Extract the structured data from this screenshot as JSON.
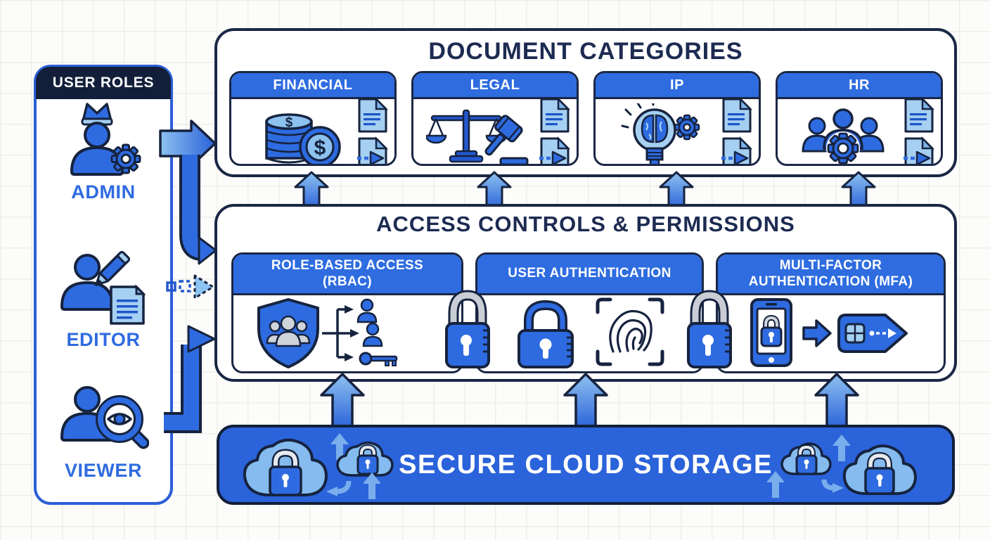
{
  "sidebar": {
    "title": "USER ROLES",
    "roles": [
      {
        "name": "ADMIN",
        "icon": "person-crown-gear-icon"
      },
      {
        "name": "EDITOR",
        "icon": "person-pencil-document-icon"
      },
      {
        "name": "VIEWER",
        "icon": "person-magnifier-eye-icon"
      }
    ]
  },
  "document_categories": {
    "title": "DOCUMENT CATEGORIES",
    "cards": [
      {
        "label": "FINANCIAL",
        "icon": "coin-stack-dollar-icon"
      },
      {
        "label": "LEGAL",
        "icon": "scales-gavel-icon"
      },
      {
        "label": "IP",
        "icon": "lightbulb-brain-gear-icon"
      },
      {
        "label": "HR",
        "icon": "people-gear-icon"
      }
    ]
  },
  "access_controls": {
    "title": "ACCESS CONTROLS & PERMISSIONS",
    "cards": [
      {
        "label": "ROLE-BASED ACCESS (RBAC)",
        "icon": "shield-users-branch-key-icon"
      },
      {
        "label": "USER AUTHENTICATION",
        "icon": "padlock-fingerprint-icon"
      },
      {
        "label": "MULTI-FACTOR AUTHENTICATION (MFA)",
        "icon": "phone-lock-sim-token-icon"
      }
    ]
  },
  "storage": {
    "label": "SECURE CLOUD STORAGE",
    "icon": "clouds-padlock-icon"
  },
  "flows": [
    {
      "from": "ADMIN",
      "to": "DOCUMENT CATEGORIES",
      "style": "solid"
    },
    {
      "from": "ADMIN",
      "to": "ACCESS CONTROLS & PERMISSIONS",
      "style": "solid"
    },
    {
      "from": "EDITOR",
      "to": "ACCESS CONTROLS & PERMISSIONS",
      "style": "dashed"
    },
    {
      "from": "VIEWER",
      "to": "ACCESS CONTROLS & PERMISSIONS",
      "style": "solid"
    },
    {
      "from": "SECURE CLOUD STORAGE",
      "to": "ACCESS CONTROLS & PERMISSIONS",
      "style": "up-arrows",
      "count": 3
    },
    {
      "from": "ACCESS CONTROLS & PERMISSIONS",
      "to": "DOCUMENT CATEGORIES",
      "style": "up-arrows",
      "count": 4
    }
  ],
  "palette": {
    "primary_blue": "#2e6ce0",
    "dark_navy": "#16233f",
    "light_blue": "#a6d0f2",
    "mid_blue": "#7db4ea",
    "storage_blue": "#2b63da",
    "title_navy": "#1d2b52",
    "role_label_blue": "#2e6be0",
    "header_dark": "#131f3a",
    "gray_metal": "#c9ced6"
  }
}
